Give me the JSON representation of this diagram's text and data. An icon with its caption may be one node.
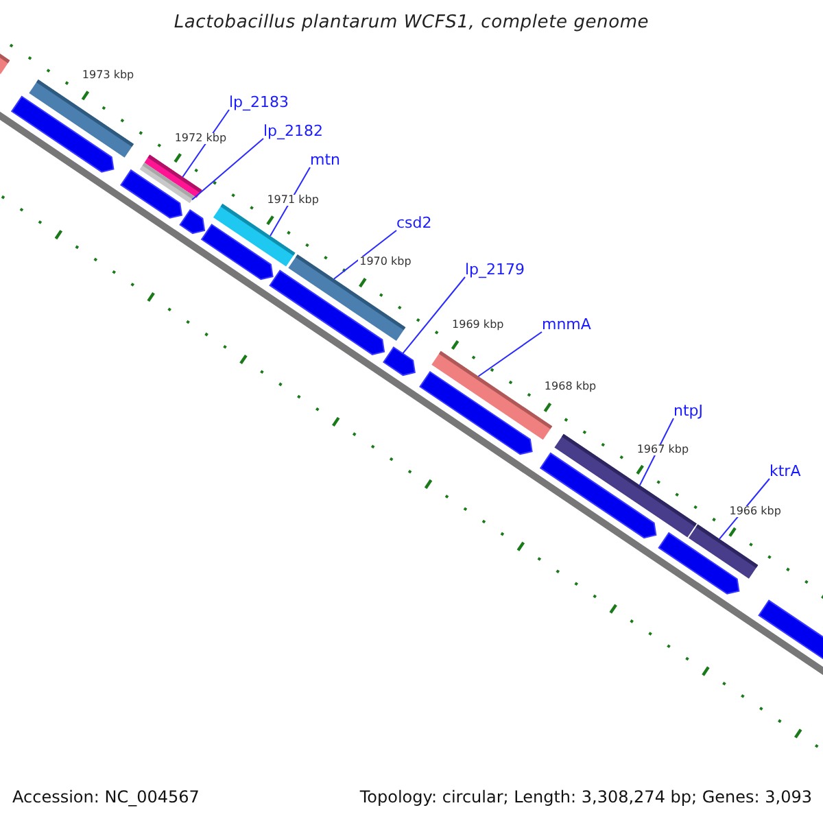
{
  "diagram": {
    "title": "Lactobacillus plantarum WCFS1, complete genome",
    "nodes": [
      {
        "text": [
          "lp_2183"
        ]
      },
      {
        "text": [
          "lp_2182"
        ]
      },
      {
        "text": [
          "mtn"
        ]
      },
      {
        "text": [
          "csd2"
        ]
      },
      {
        "text": [
          "lp_2179"
        ]
      },
      {
        "text": [
          "mnmA"
        ]
      },
      {
        "text": [
          "ntpJ"
        ]
      },
      {
        "text": [
          "ktrA"
        ]
      },
      {
        "text": [],
        "shape": "bar"
      },
      {
        "text": [],
        "shape": "bar"
      },
      {
        "text": [],
        "shape": "bar"
      },
      {
        "text": [],
        "shape": "bar"
      },
      {
        "text": [],
        "shape": "bar"
      },
      {
        "text": [],
        "shape": "bar"
      },
      {
        "text": [],
        "shape": "bar"
      },
      {
        "text": [],
        "shape": "bar"
      },
      {
        "text": [],
        "shape": "bar"
      },
      {
        "text": [],
        "shape": "bar"
      },
      {
        "text": [],
        "shape": "bar"
      },
      {
        "text": [],
        "shape": "bar"
      },
      {
        "text": [],
        "shape": "bar"
      },
      {
        "text": [],
        "shape": "bar"
      },
      {
        "text": [],
        "shape": "bar"
      },
      {
        "text": [],
        "shape": "bar"
      },
      {
        "text": [],
        "shape": "bar"
      },
      {
        "text": [],
        "shape": "bar"
      },
      {
        "text": [],
        "shape": "bar"
      }
    ],
    "edges": [
      {
        "from": 0,
        "to": 12,
        "arrow": "none"
      },
      {
        "from": 1,
        "to": 13,
        "arrow": "none"
      },
      {
        "from": 2,
        "to": 15,
        "arrow": "none"
      },
      {
        "from": 3,
        "to": 18,
        "arrow": "none"
      },
      {
        "from": 4,
        "to": 19,
        "arrow": "none"
      },
      {
        "from": 5,
        "to": 20,
        "arrow": "none"
      },
      {
        "from": 6,
        "to": 22,
        "arrow": "none"
      },
      {
        "from": 7,
        "to": 25,
        "arrow": "none"
      }
    ],
    "labels": [
      "1973 kbp",
      "1972 kbp",
      "1971 kbp",
      "1970 kbp",
      "1969 kbp",
      "1968 kbp",
      "1967 kbp",
      "1966 kbp",
      "Accession: NC_004567",
      "Topology: circular; Length: 3,308,274 bp; Genes: 3,093"
    ]
  }
}
